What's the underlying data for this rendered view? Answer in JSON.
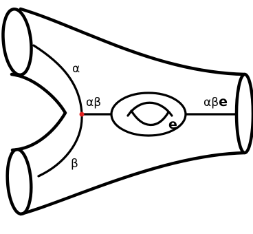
{
  "diagram": {
    "labels": {
      "alpha": "α",
      "beta": "β",
      "alpha_beta": "αβ",
      "e": "e",
      "alpha_beta_e_prefix": "αβ",
      "alpha_beta_e_suffix": "e"
    },
    "colors": {
      "line": "#000000",
      "junction": "#e02020",
      "background": "#ffffff"
    }
  }
}
